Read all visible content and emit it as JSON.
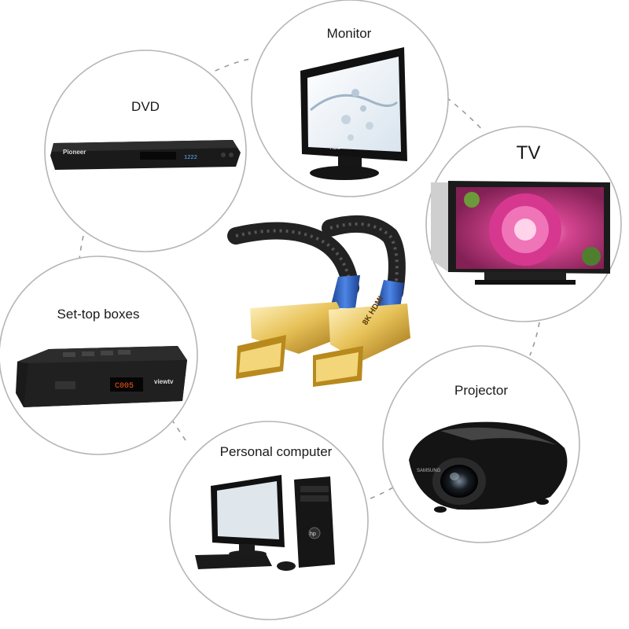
{
  "devices": {
    "monitor": {
      "label": "Monitor",
      "icon": "monitor-icon"
    },
    "dvd": {
      "label": "DVD",
      "icon": "dvd-player-icon"
    },
    "tv": {
      "label": "TV",
      "icon": "tv-icon"
    },
    "settop": {
      "label": "Set-top boxes",
      "icon": "set-top-box-icon"
    },
    "projector": {
      "label": "Projector",
      "icon": "projector-icon"
    },
    "pc": {
      "label": "Personal computer",
      "icon": "desktop-computer-icon"
    }
  },
  "device_text": {
    "dvd_brand": "Pioneer",
    "dvd_display": "1222",
    "monitor_brand": "AOC",
    "settop_brand": "viewtv",
    "settop_display": "C005",
    "projector_brand": "SAMSUNG",
    "pc_brand": "hp"
  },
  "cable": {
    "icon": "hdmi-cable-icon",
    "label": "8K HDMI"
  },
  "colors": {
    "circle_stroke": "#b5b5b5",
    "connector_dash": "#9a9a9a",
    "cable_blue": "#2f62c4",
    "connector_gold": "#d9ac35",
    "flower_pink": "#e0409a"
  }
}
